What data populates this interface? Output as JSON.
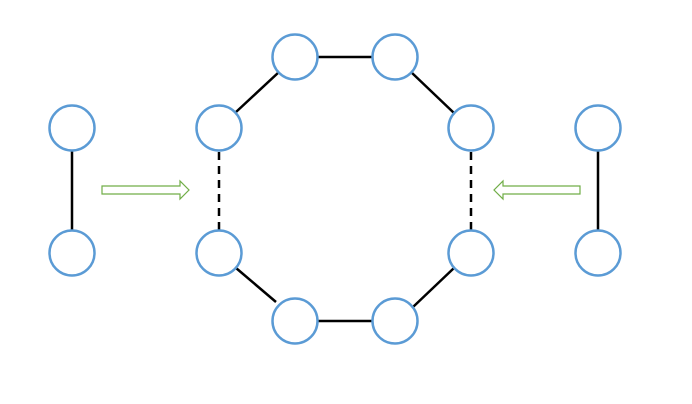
{
  "diagram": {
    "node_count_ring": 8,
    "node_count_left_pair": 2,
    "node_count_right_pair": 2
  },
  "colors": {
    "background": "#ffffff",
    "node_stroke": "#5b9bd5",
    "node_fill": "#ffffff",
    "edge": "#000000",
    "arrow": "#70ad47"
  },
  "edges": {
    "solid": "bond",
    "dashed": "open-bond"
  },
  "arrows": {
    "left": "arrow-right",
    "right": "arrow-left"
  }
}
